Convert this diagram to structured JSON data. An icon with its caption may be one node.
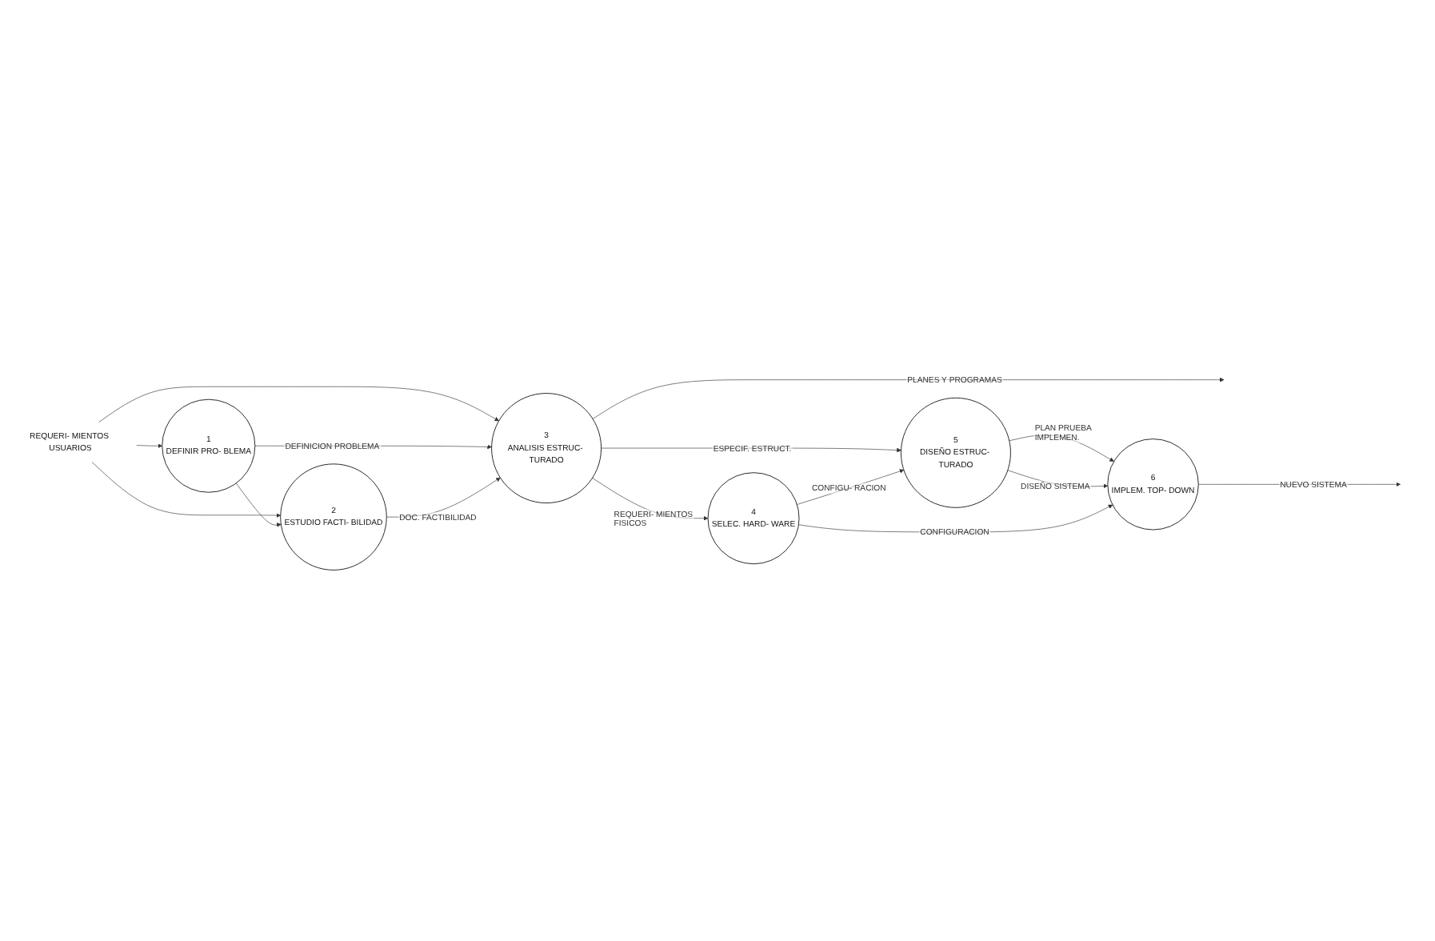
{
  "diagram": {
    "nodes": [
      {
        "text": [
          "1",
          "DEFINIR PRO- BLEMA"
        ]
      },
      {
        "text": [
          "2",
          "ESTUDIO FACTI- BILIDAD"
        ]
      },
      {
        "text": [
          "3",
          "ANALISIS ESTRUC- TURADO"
        ]
      },
      {
        "text": [
          "4",
          "SELEC. HARD- WARE"
        ]
      },
      {
        "text": [
          "5",
          "DISEÑO ESTRUC- TURADO"
        ]
      },
      {
        "text": [
          "6",
          "IMPLEM. TOP- DOWN"
        ]
      },
      {
        "text": [
          "REQUERI- MIENTOS USUARIOS"
        ]
      }
    ],
    "edges": [
      {
        "from": 6,
        "to": 0,
        "arrow": "to"
      },
      {
        "from": 6,
        "to": 1,
        "arrow": "to"
      },
      {
        "from": 6,
        "to": 2,
        "arrow": "to"
      },
      {
        "from": 0,
        "to": 1,
        "arrow": "to"
      },
      {
        "from": 0,
        "to": 2,
        "arrow": "to",
        "label": "DEFINICION PROBLEMA"
      },
      {
        "from": 1,
        "to": 2,
        "arrow": "to",
        "label": "DOC. FACTIBILIDAD"
      },
      {
        "from": 2,
        "to": null,
        "arrow": "to",
        "label": "PLANES Y PROGRAMAS"
      },
      {
        "from": 2,
        "to": 4,
        "arrow": "to",
        "label": "ESPECIF. ESTRUCT."
      },
      {
        "from": 2,
        "to": 3,
        "arrow": "to",
        "label": "REQUERI- MIENTOS FISICOS"
      },
      {
        "from": 3,
        "to": 4,
        "arrow": "to",
        "label": "CONFIGU- RACION"
      },
      {
        "from": 4,
        "to": 5,
        "arrow": "to",
        "label": "PLAN PRUEBA IMPLEMEN."
      },
      {
        "from": 4,
        "to": 5,
        "arrow": "to",
        "label": "DISEÑO SISTEMA"
      },
      {
        "from": 3,
        "to": 5,
        "arrow": "to",
        "label": "CONFIGURACION"
      },
      {
        "from": 5,
        "to": null,
        "arrow": "to",
        "label": "NUEVO SISTEMA"
      }
    ]
  }
}
